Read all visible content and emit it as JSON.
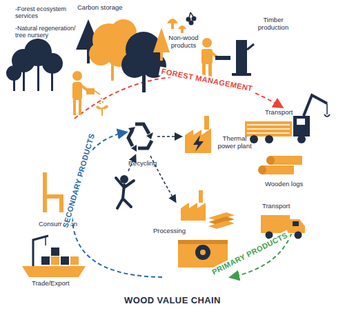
{
  "diagram": {
    "title": "WOOD VALUE CHAIN",
    "labels": [
      "-Forest ecosystem services",
      "-Natural regeneration/ tree nursery",
      "Carbon storage",
      "Non-wood products",
      "Timber production",
      "FOREST MANAGEMENT",
      "Transport",
      "Wooden logs",
      "Transport",
      "PRIMARY PRODUCTS",
      "Processing",
      "Trade/Export",
      "Consumption",
      "SECONDARY PRODUCTS",
      "Recycling",
      "Thermal power plant"
    ]
  }
}
